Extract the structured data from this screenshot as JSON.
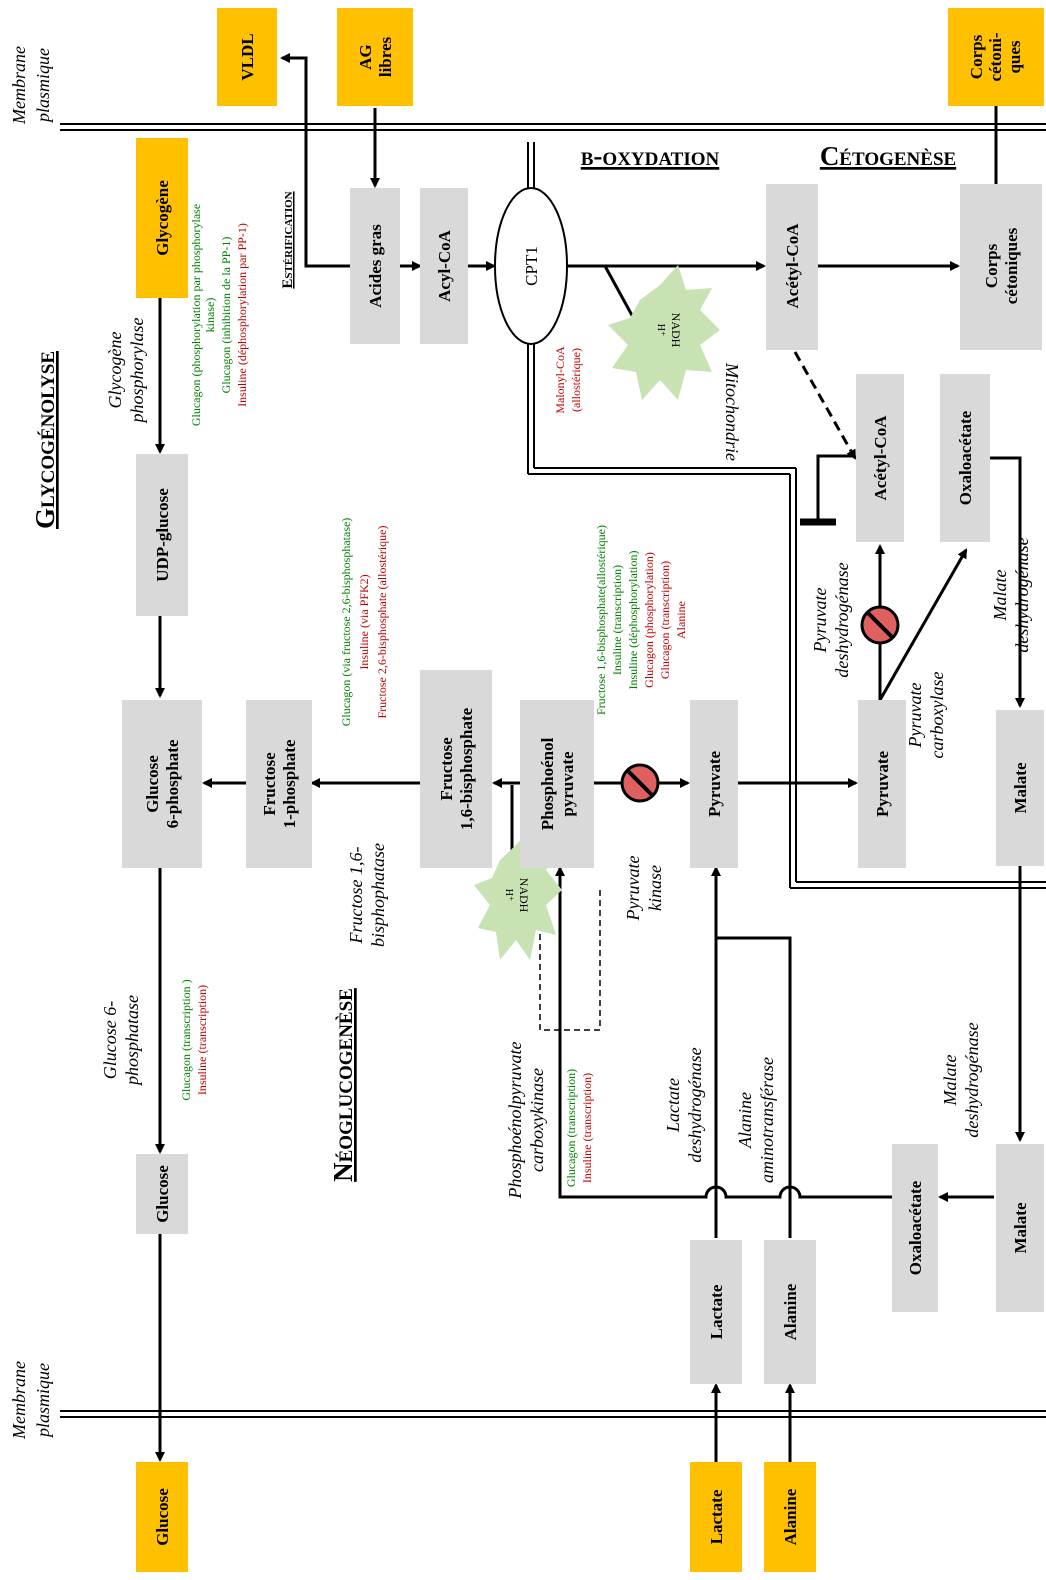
{
  "sections": {
    "glycogenolysis": "Glycogénolyse",
    "neoglucogenesis": "Néoglucogenèse",
    "beta_oxidation": "β-oxydation",
    "ketogenesis": "Cétogenèse",
    "esterification": "Estérification"
  },
  "membrane_label": [
    "Membrane",
    "plasmique"
  ],
  "mitochondria_label": "Mitochondrie",
  "nodes": {
    "vldl": "VLDL",
    "ag_libres": [
      "AG",
      "libres"
    ],
    "corps_cetoniques_ext": [
      "Corps",
      "cétoni-",
      "ques"
    ],
    "glycogene": "Glycogène",
    "acides_gras": "Acides gras",
    "acyl_coa": "Acyl-CoA",
    "cpt1": "CPT1",
    "acetyl_coa_1": "Acétyl-CoA",
    "corps_cetoniques": [
      "Corps",
      "cétoniques"
    ],
    "udp_glucose": "UDP-glucose",
    "acetyl_coa_2": "Acétyl-CoA",
    "oxaloacetate_1": "Oxaloacétate",
    "glucose_6p": [
      "Glucose",
      "6-phosphate"
    ],
    "fructose_1p": [
      "Fructose",
      "1-phosphate"
    ],
    "fructose_16bp": [
      "Fructose",
      "1,6-bisphosphate"
    ],
    "pep": [
      "Phosphoénol",
      "pyruvate"
    ],
    "pyruvate_1": "Pyruvate",
    "pyruvate_2": "Pyruvate",
    "malate_1": "Malate",
    "glucose_1": "Glucose",
    "oxaloacetate_2": "Oxaloacétate",
    "malate_2": "Malate",
    "lactate_1": "Lactate",
    "alanine_1": "Alanine",
    "glucose_ext": "Glucose",
    "lactate_ext": "Lactate",
    "alanine_ext": "Alanine"
  },
  "enzymes": {
    "glycogen_phosphorylase": [
      "Glycogène",
      "phosphorylase"
    ],
    "glucose_6_phosphatase": [
      "Glucose 6-",
      "phosphatase"
    ],
    "fructose_bisphosphatase": [
      "Fructose 1,6-",
      "bisphophatase"
    ],
    "pepck": [
      "Phosphoénolpyruvate",
      "carboxykinase"
    ],
    "pyruvate_kinase": [
      "Pyruvate",
      "kinase"
    ],
    "ldh": [
      "Lactate",
      "deshydrogénase"
    ],
    "alat": [
      "Alanine",
      "aminotransférase"
    ],
    "pdh": [
      "Pyruvate",
      "deshydrogénase"
    ],
    "pyruvate_carboxylase": [
      "Pyruvate",
      "carboxylase"
    ],
    "malate_dh_1": [
      "Malate",
      "deshydrogénase"
    ],
    "malate_dh_2": [
      "Malate",
      "deshydrogénase"
    ]
  },
  "nadh": [
    "NADH",
    "H⁺"
  ],
  "malonyl": [
    "Malonyl-CoA",
    "(allostérique)"
  ],
  "regulation": {
    "glycogen_phosphorylase": [
      {
        "text": "Glucagon (phosphorylation par phosphorylase",
        "color": "green"
      },
      {
        "text": "kinase)",
        "color": "green"
      },
      {
        "text": "Glucagon (inhibition de la PP-1)",
        "color": "green"
      },
      {
        "text": "Insuline (déphosphorylation par PP-1)",
        "color": "red"
      }
    ],
    "fructose_bisphosphatase": [
      {
        "text": "Glucagon (via fructose 2,6-bisphosphatase)",
        "color": "green"
      },
      {
        "text": "Insuline (via PFK2)",
        "color": "red"
      },
      {
        "text": "Fructose 2,6-bisphosphate (allostérique)",
        "color": "red"
      }
    ],
    "pyruvate_kinase": [
      {
        "text": "Fructose 1,6-bisphosphate(allostérique)",
        "color": "green"
      },
      {
        "text": "Insuline (transcription)",
        "color": "green"
      },
      {
        "text": "Insuline (déphosphorylation)",
        "color": "green"
      },
      {
        "text": "Glucagon (phosphorylation)",
        "color": "red"
      },
      {
        "text": "Glucagon (transcription)",
        "color": "red"
      },
      {
        "text": "Alanine",
        "color": "red"
      }
    ],
    "glucose_6_phosphatase": [
      {
        "text": "Glucagon (transcription )",
        "color": "green"
      },
      {
        "text": "Insuline (transcription)",
        "color": "red"
      }
    ],
    "pepck": [
      {
        "text": "Glucagon (transcription)",
        "color": "green"
      },
      {
        "text": "Insuline (transcription)",
        "color": "red"
      }
    ]
  },
  "colors": {
    "grey_box": "#d9d9d9",
    "gold_box": "#ffc000",
    "activator": "#008000",
    "inhibitor": "#c00000",
    "nadh_burst": "#c9e2b3"
  }
}
